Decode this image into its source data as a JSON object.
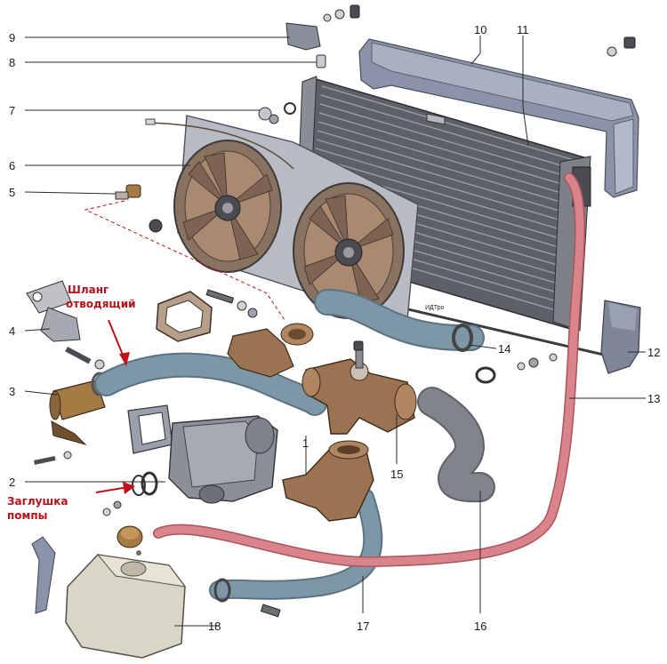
{
  "callouts": [
    "1",
    "2",
    "3",
    "4",
    "5",
    "6",
    "7",
    "8",
    "9",
    "10",
    "11",
    "12",
    "13",
    "14",
    "15",
    "16",
    "17",
    "18"
  ],
  "annotations": {
    "outlet_hose": [
      "Шланг",
      "отводящий"
    ],
    "pump_plug": [
      "Заглушка",
      "помпы"
    ]
  },
  "radiator_marking": "ИДТро",
  "colors": {
    "hose_blue": "#7d97a6",
    "hose_red": "#d9848a",
    "bronze": "#9c7352",
    "fan_shroud": "#b9bcc4",
    "radiator_core": "#6a6d72",
    "callout_arrow": "#c0101a"
  }
}
